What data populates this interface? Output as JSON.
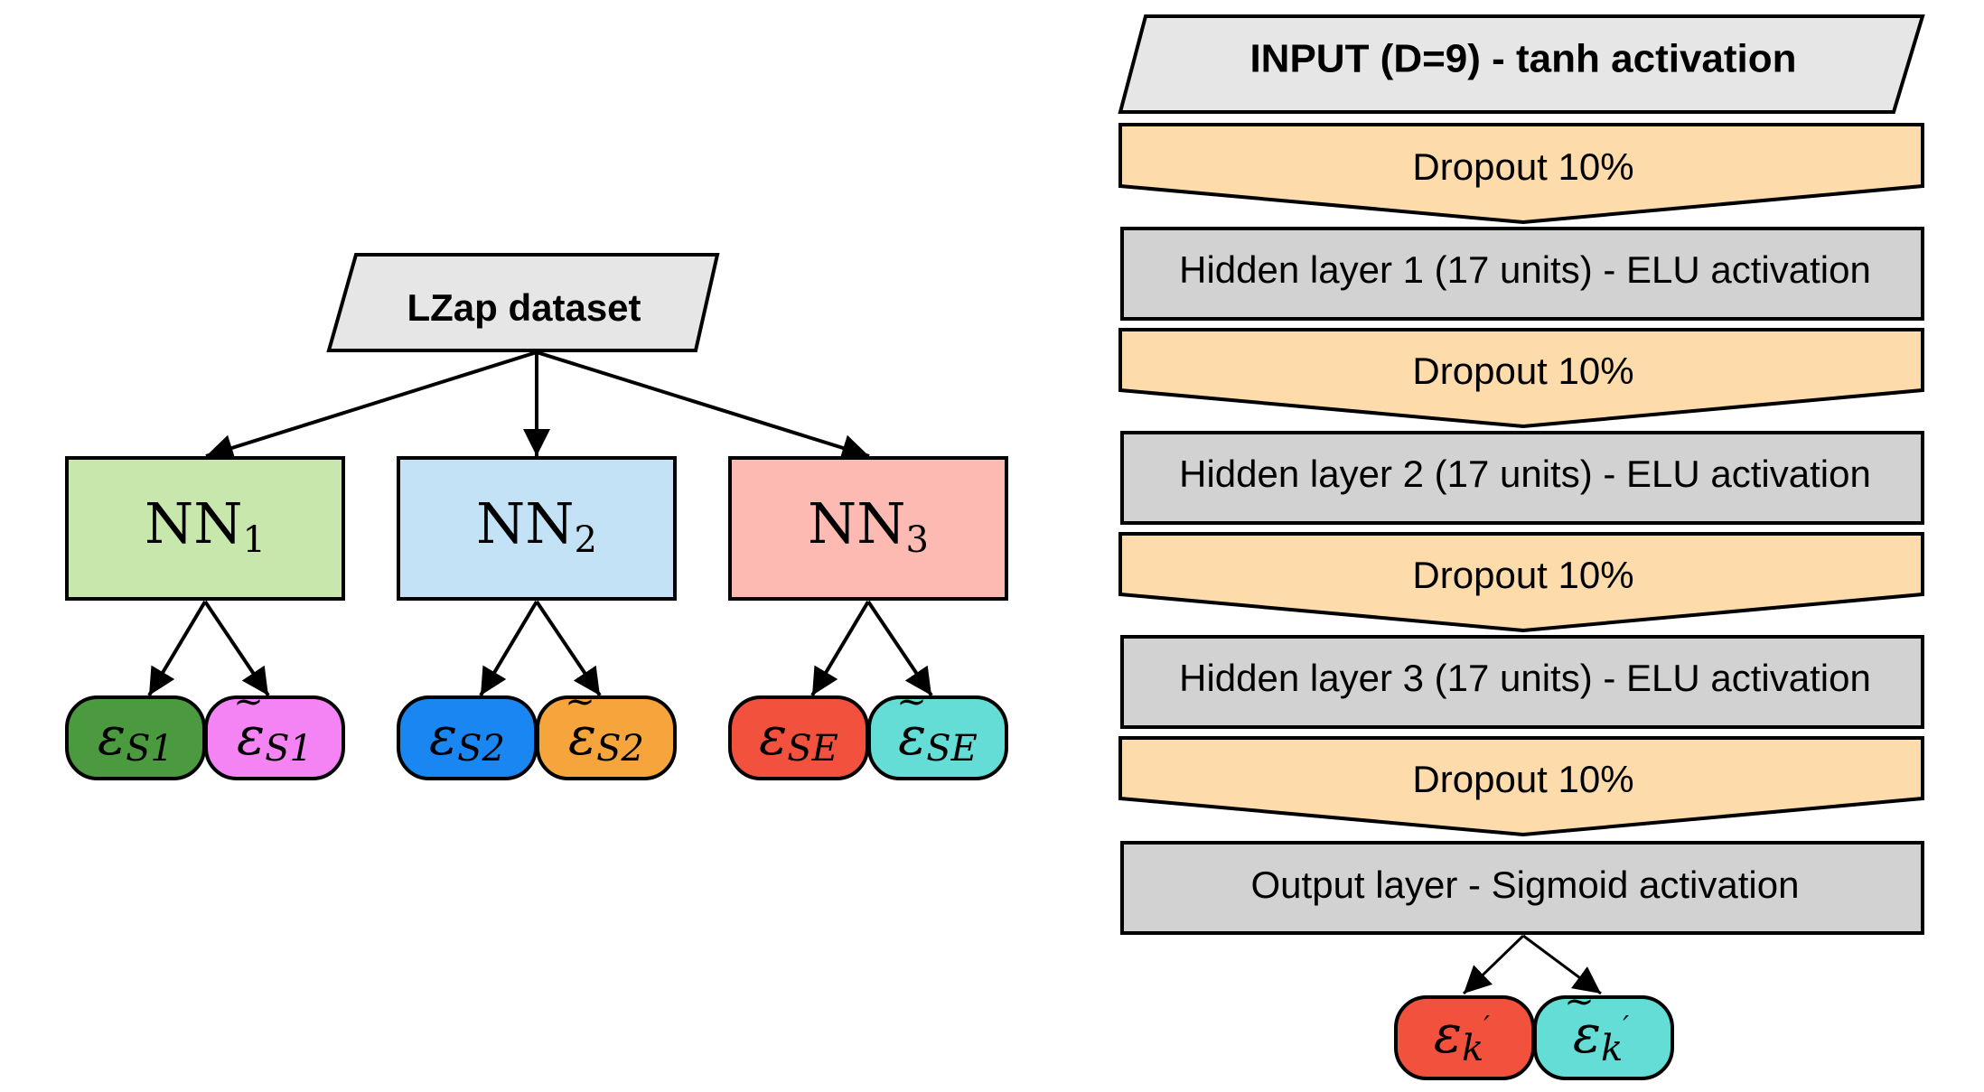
{
  "left": {
    "dataset": {
      "label": "LZap dataset"
    },
    "networks": [
      {
        "base": "NN",
        "sub": "1",
        "fill": "#c7e7ad",
        "outputs": [
          {
            "sym": "ε",
            "sub": "S1",
            "fill": "#4c9a3f",
            "tilde": false
          },
          {
            "sym": "ε",
            "sub": "S1",
            "fill": "#f483f4",
            "tilde": true
          }
        ]
      },
      {
        "base": "NN",
        "sub": "2",
        "fill": "#c3e2f5",
        "outputs": [
          {
            "sym": "ε",
            "sub": "S2",
            "fill": "#1a86f2",
            "tilde": false
          },
          {
            "sym": "ε",
            "sub": "S2",
            "fill": "#f5a53c",
            "tilde": true
          }
        ]
      },
      {
        "base": "NN",
        "sub": "3",
        "fill": "#fcbab3",
        "outputs": [
          {
            "sym": "ε",
            "sub": "SE",
            "fill": "#f2523d",
            "tilde": false
          },
          {
            "sym": "ε",
            "sub": "SE",
            "fill": "#63ddd6",
            "tilde": true
          }
        ]
      }
    ]
  },
  "right": {
    "layers": [
      {
        "type": "input",
        "label": "INPUT (D=9) - tanh activation",
        "fill": "#e6e6e6"
      },
      {
        "type": "dropout",
        "label": "Dropout 10%",
        "fill": "#fddbaa"
      },
      {
        "type": "hidden",
        "label": "Hidden layer 1 (17 units) - ELU activation",
        "fill": "#d2d2d2"
      },
      {
        "type": "dropout",
        "label": "Dropout 10%",
        "fill": "#fddbaa"
      },
      {
        "type": "hidden",
        "label": "Hidden layer 2 (17 units) - ELU activation",
        "fill": "#d2d2d2"
      },
      {
        "type": "dropout",
        "label": "Dropout 10%",
        "fill": "#fddbaa"
      },
      {
        "type": "hidden",
        "label": "Hidden layer 3 (17 units) - ELU activation",
        "fill": "#d2d2d2"
      },
      {
        "type": "dropout",
        "label": "Dropout 10%",
        "fill": "#fddbaa"
      },
      {
        "type": "output",
        "label": "Output layer - Sigmoid activation",
        "fill": "#d2d2d2"
      }
    ],
    "outputs": [
      {
        "sym": "ε",
        "sub": "k",
        "prime": "′",
        "fill": "#f2523d",
        "tilde": false
      },
      {
        "sym": "ε",
        "sub": "k",
        "prime": "′",
        "fill": "#63ddd6",
        "tilde": true
      }
    ]
  }
}
